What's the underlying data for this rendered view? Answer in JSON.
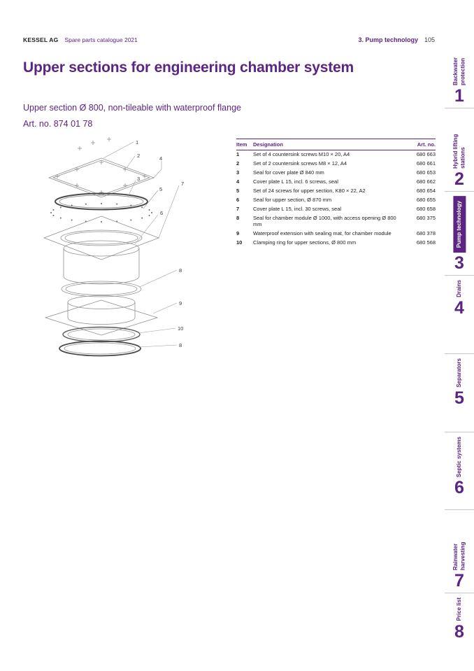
{
  "colors": {
    "brand_purple": "#5c2483",
    "text": "#1d1d1b",
    "divider": "#c9c4ce"
  },
  "header": {
    "brand": "KESSEL AG",
    "catalogue": "Spare parts catalogue 2021",
    "chapter": "3. Pump technology",
    "page": "105"
  },
  "content": {
    "title": "Upper sections for engineering chamber system",
    "subtitle": "Upper section Ø 800, non-tileable with waterproof flange",
    "art_no": "Art. no. 874 01 78"
  },
  "table": {
    "headers": {
      "item": "Item",
      "designation": "Designation",
      "art_no": "Art. no."
    },
    "rows": [
      {
        "item": "1",
        "designation": "Set of 4 countersink screws M10 × 20, A4",
        "art_no": "680 663"
      },
      {
        "item": "2",
        "designation": "Set of 2 countersink screws M8 × 12, A4",
        "art_no": "680 661"
      },
      {
        "item": "3",
        "designation": "Seal for cover plate Ø 840 mm",
        "art_no": "680 653"
      },
      {
        "item": "4",
        "designation": "Cover plate L 15, incl. 6 screws, seal",
        "art_no": "680 662"
      },
      {
        "item": "5",
        "designation": "Set of 24 screws for upper section, K80 × 22, A2",
        "art_no": "680 654"
      },
      {
        "item": "6",
        "designation": "Seal for upper section, Ø 870 mm",
        "art_no": "680 655"
      },
      {
        "item": "7",
        "designation": "Cover plate L 15, incl. 30 screws, seal",
        "art_no": "680 658"
      },
      {
        "item": "8",
        "designation": "Seal for chamber module Ø 1000, with access opening Ø 800 mm",
        "art_no": "680 375"
      },
      {
        "item": "9",
        "designation": "Waterproof extension with sealing mat, for chamber module",
        "art_no": "680 378"
      },
      {
        "item": "10",
        "designation": "Clamping ring for upper sections, Ø 800 mm",
        "art_no": "680 568"
      }
    ]
  },
  "diagram": {
    "callouts": [
      "1",
      "2",
      "4",
      "3",
      "5",
      "7",
      "6",
      "8",
      "9",
      "10",
      "8"
    ]
  },
  "sidebar": {
    "active_index": 2,
    "tabs": [
      {
        "label": "Backwater protection",
        "number": "1"
      },
      {
        "label": "Hybrid lifting stations",
        "number": "2"
      },
      {
        "label": "Pump technology",
        "number": "3"
      },
      {
        "label": "Drains",
        "number": "4"
      },
      {
        "label": "Separators",
        "number": "5"
      },
      {
        "label": "Septic systems",
        "number": "6"
      },
      {
        "label": "Rainwater harvesting",
        "number": "7"
      },
      {
        "label": "Price list",
        "number": "8"
      }
    ]
  }
}
